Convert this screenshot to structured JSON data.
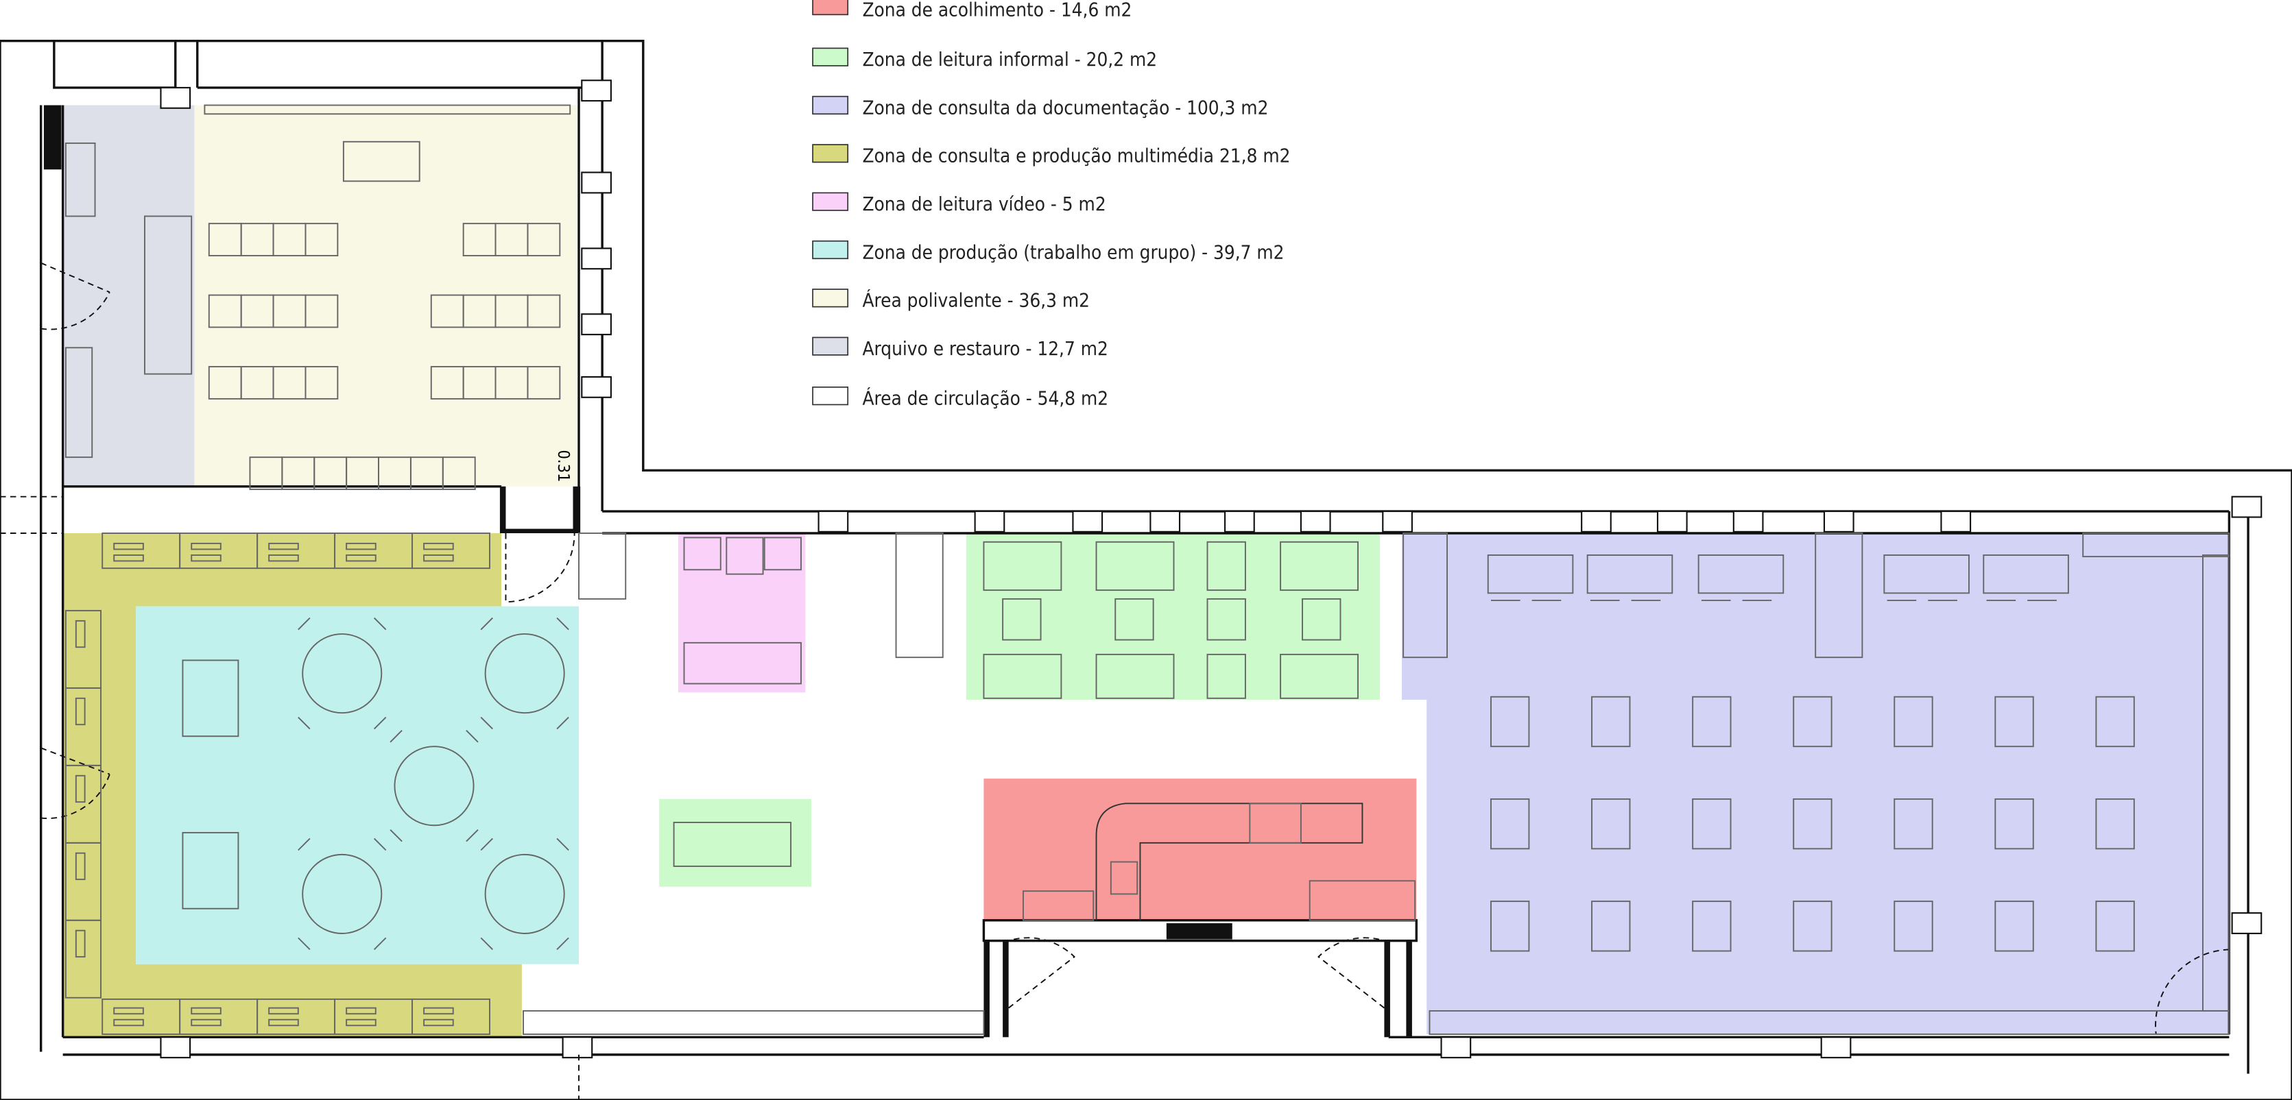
{
  "legend": [
    {
      "label": "Zona de acolhimento - 14,6 m2",
      "color": "#f99a9a"
    },
    {
      "label": "Zona de leitura informal - 20,2 m2",
      "color": "#ccfacb"
    },
    {
      "label": "Zona de consulta da documentação - 100,3 m2",
      "color": "#d3d3f5"
    },
    {
      "label": "Zona de consulta e produção multimédia 21,8 m2",
      "color": "#d8d87e"
    },
    {
      "label": "Zona de leitura vídeo - 5 m2",
      "color": "#f9d1f9"
    },
    {
      "label": "Zona de produção (trabalho em grupo) - 39,7 m2",
      "color": "#c1f1ec"
    },
    {
      "label": "Área polivalente - 36,3 m2",
      "color": "#f8f8e5"
    },
    {
      "label": "Arquivo e restauro - 12,7 m2",
      "color": "#dde0e9"
    },
    {
      "label": "Área de circulação - 54,8 m2",
      "color": "#ffffff"
    }
  ],
  "dimension_label": "0.31"
}
